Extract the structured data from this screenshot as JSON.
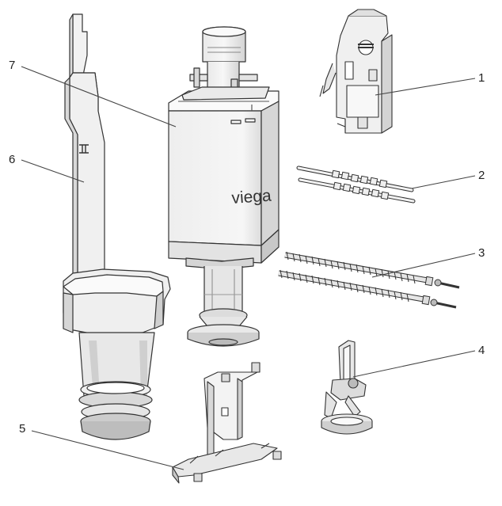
{
  "callouts": [
    {
      "id": "1",
      "part": "mounting-bracket"
    },
    {
      "id": "2",
      "part": "threaded-rods-short"
    },
    {
      "id": "3",
      "part": "threaded-rods-long-with-screws"
    },
    {
      "id": "4",
      "part": "lever-clip"
    },
    {
      "id": "5",
      "part": "base-frame"
    },
    {
      "id": "6",
      "part": "overflow-pipe"
    },
    {
      "id": "7",
      "part": "flush-valve"
    }
  ],
  "labels": {
    "c1": "1",
    "c2": "2",
    "c3": "3",
    "c4": "4",
    "c5": "5",
    "c6": "6",
    "c7": "7",
    "brand": "viega"
  },
  "colors": {
    "line": "#333333",
    "fill_light": "#f4f4f4",
    "fill_mid": "#dedede",
    "fill_dark": "#bdbdbd",
    "background": "#ffffff"
  }
}
